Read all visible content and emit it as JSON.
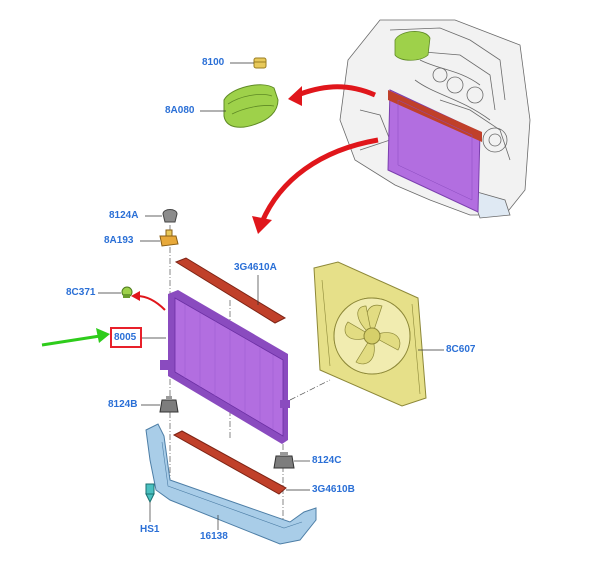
{
  "diagram": {
    "colors": {
      "label": "#2a6fd6",
      "radiator": "#b26ee0",
      "radiator_dark": "#8a4bbf",
      "seal": "#c0402a",
      "shroud": "#e6e089",
      "bracket": "#a9cde8",
      "tank": "#9ed14a",
      "pointer_arrow": "#e0161b",
      "indicator_arrow": "#2ecc1b",
      "highlight_box": "#e8202a",
      "engine_line": "#6a6a6a"
    },
    "icons": [
      "engine-assembly-icon",
      "expansion-tank-icon",
      "filler-cap-icon",
      "radiator-icon",
      "fan-shroud-icon",
      "support-bracket-icon",
      "air-seal-icon",
      "mount-bushing-icon",
      "clip-icon",
      "drain-plug-icon"
    ],
    "labels": {
      "cap": "8100",
      "tank": "8A080",
      "upper_mount": "8124A",
      "upper_insulator": "8A193",
      "upper_seal": "3G4610A",
      "plug": "8C371",
      "radiator": "8005",
      "shroud": "8C607",
      "lower_mount_left": "8124B",
      "lower_mount_right": "8124C",
      "lower_seal": "3G4610B",
      "clip": "HS1",
      "support": "16138"
    }
  }
}
